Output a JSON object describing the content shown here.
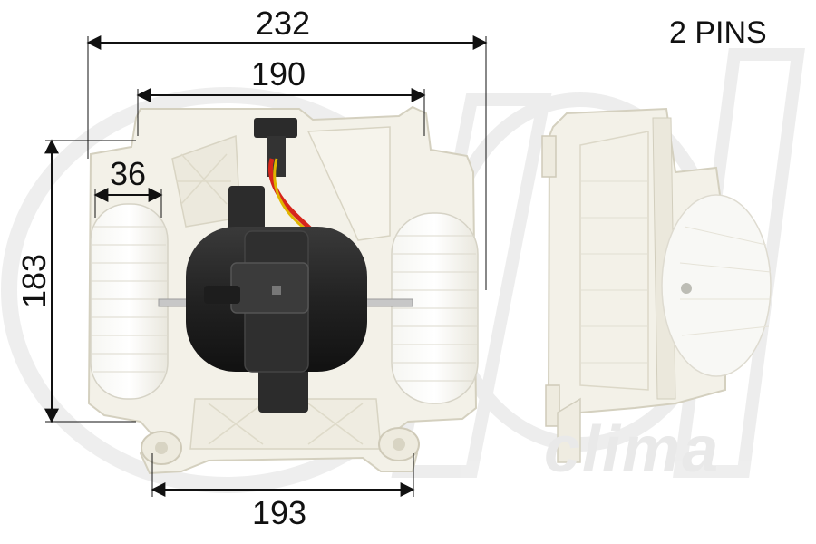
{
  "header": {
    "pins_label": "2 PINS"
  },
  "dimensions": {
    "overall_width": "232",
    "mount_width": "190",
    "wheel_width": "36",
    "height": "183",
    "base_width": "193"
  },
  "watermark": {
    "brand_text": "clima"
  },
  "colors": {
    "housing": "#f3f1e8",
    "housing_edge": "#d4d0bf",
    "motor": "#2a2a2a",
    "wire_red": "#d6261b",
    "wire_yellow": "#e0b400",
    "dimension_line": "#111111",
    "watermark": "#ececec"
  }
}
